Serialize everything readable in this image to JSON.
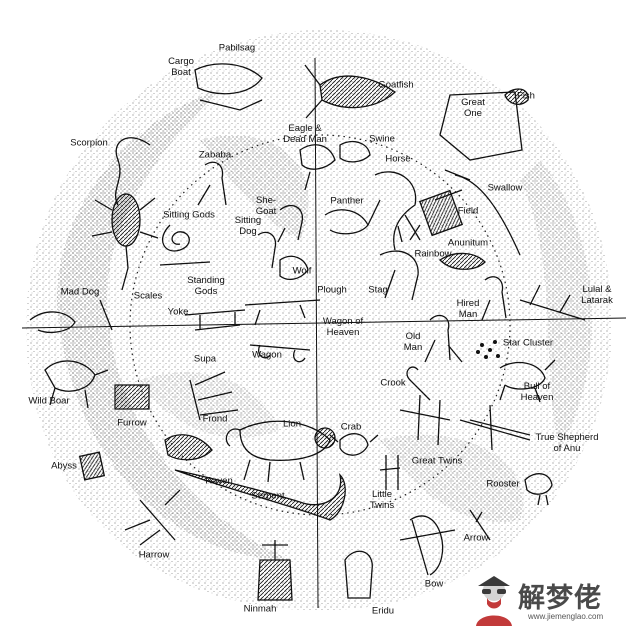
{
  "constellations": {
    "pabilsag": "Pabilsag",
    "cargo_boat": "Cargo\nBoat",
    "goatfish": "Goatfish",
    "fish": "Fish",
    "great_one": "Great\nOne",
    "eagle_dead_man": "Eagle &\nDead Man",
    "swine": "Swine",
    "scorpion": "Scorpion",
    "zababa": "Zababa",
    "horse": "Horse",
    "swallow": "Swallow",
    "sitting_gods": "Sitting Gods",
    "she_goat": "She-\nGoat",
    "sitting_dog": "Sitting\nDog",
    "panther": "Panther",
    "field": "Field",
    "anunitum": "Anunitum",
    "rainbow": "Rainbow",
    "standing_gods": "Standing\nGods",
    "wolf": "Wolf",
    "mad_dog": "Mad Dog",
    "scales": "Scales",
    "plough": "Plough",
    "stag": "Stag",
    "lulal_latarak": "Lulal &\nLatarak",
    "hired_man": "Hired\nMan",
    "yoke": "Yoke",
    "wagon_of_heaven": "Wagon of\nHeaven",
    "old_man": "Old\nMan",
    "star_cluster": "Star Cluster",
    "supa": "Supa",
    "wagon": "Wagon",
    "crook": "Crook",
    "bull_of_heaven": "Bull of\nHeaven",
    "wild_boar": "Wild Boar",
    "furrow": "Furrow",
    "frond": "Frond",
    "lion": "Lion",
    "crab": "Crab",
    "true_shepherd": "True Shepherd\nof Anu",
    "great_twins": "Great Twins",
    "abyss": "Abyss",
    "raven": "Raven",
    "serpent": "Serpent",
    "little_twins": "Little\nTwins",
    "rooster": "Rooster",
    "harrow": "Harrow",
    "arrow": "Arrow",
    "ninmah": "Ninmah",
    "eridu": "Eridu",
    "bow": "Bow"
  },
  "watermark": {
    "chinese_text": "解梦佬",
    "url": "www.jiemenglao.com"
  }
}
